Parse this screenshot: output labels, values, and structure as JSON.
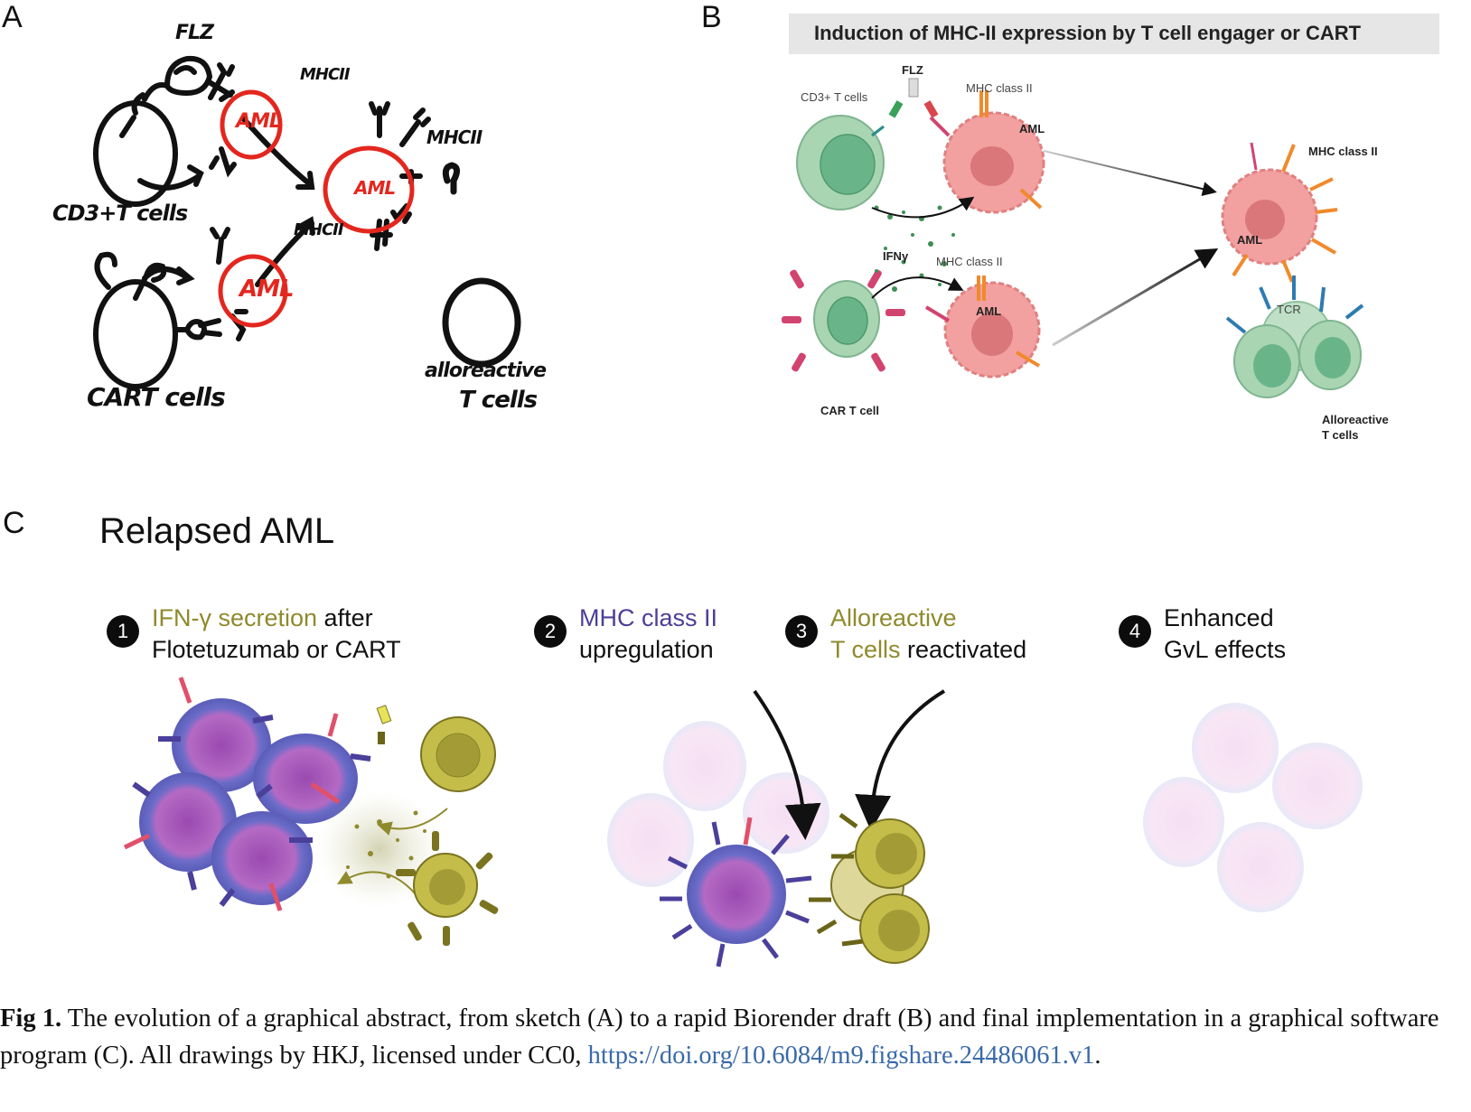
{
  "panels": {
    "a": {
      "letter": "A",
      "labels": {
        "flz": "FLZ",
        "mhc_top": "MHCII",
        "aml_top": "AML",
        "cd3": "CD3+T cells",
        "mhc_bottom": "MHCII",
        "aml_bottom": "AML",
        "cart": "CART cells",
        "mhc_right": "MHCII",
        "aml_right": "AML",
        "allo_line1": "alloreactive",
        "allo_line2": "T cells"
      }
    },
    "b": {
      "letter": "B",
      "title": "Induction of MHC-II expression by T cell engager or CART",
      "labels": {
        "cd3_t_cells": "CD3+ T cells",
        "flz": "FLZ",
        "mhc_top": "MHC class II",
        "aml_top": "AML",
        "ifny": "IFNγ",
        "mhc_mid": "MHC class II",
        "aml_mid": "AML",
        "car_t_cell": "CAR T cell",
        "mhc_right": "MHC class II",
        "aml_right": "AML",
        "tcr": "TCR",
        "allo_line1": "Alloreactive",
        "allo_line2": "T cells"
      }
    },
    "c": {
      "letter": "C",
      "title": "Relapsed AML",
      "steps": [
        {
          "num": "1",
          "highlight": "IFN-γ secretion",
          "rest_line1": " after",
          "line2": "Flotetuzumab or CART",
          "highlight_color": "olive"
        },
        {
          "num": "2",
          "highlight": "MHC class II",
          "rest_line1": "",
          "line2": "upregulation",
          "highlight_color": "purple"
        },
        {
          "num": "3",
          "highlight": "Alloreactive",
          "rest_line1": "",
          "line2_highlight": "T cells",
          "line2": " reactivated",
          "highlight_color": "olive"
        },
        {
          "num": "4",
          "highlight": "",
          "rest_line1": "Enhanced",
          "line2": "GvL effects",
          "highlight_color": "none"
        }
      ]
    }
  },
  "colors": {
    "sketch_red": "#e3271e",
    "aml_pink": "#f2a0a0",
    "aml_nucleus": "#d9777a",
    "t_cell_green": "#a9d5b3",
    "t_cell_nucleus": "#6ab48a",
    "mhc_orange": "#f08a2c",
    "car_pink": "#d24470",
    "tcr_blue": "#2e7bb0",
    "olive": "#8f8a2c",
    "olive_cell": "#c4bd4a",
    "purple_text": "#4b3f97",
    "blast_purple": "#8e4fb5",
    "link_blue": "#3a6aa8"
  },
  "caption": {
    "label": "Fig 1.",
    "text": "  The evolution of a graphical abstract, from sketch (A) to a rapid Biorender draft (B) and final implementation in a graphical software program (C). All drawings by HKJ, licensed under CC0, ",
    "link": "https://doi.org/10.6084/m9.figshare.24486061.v1",
    "end": "."
  }
}
